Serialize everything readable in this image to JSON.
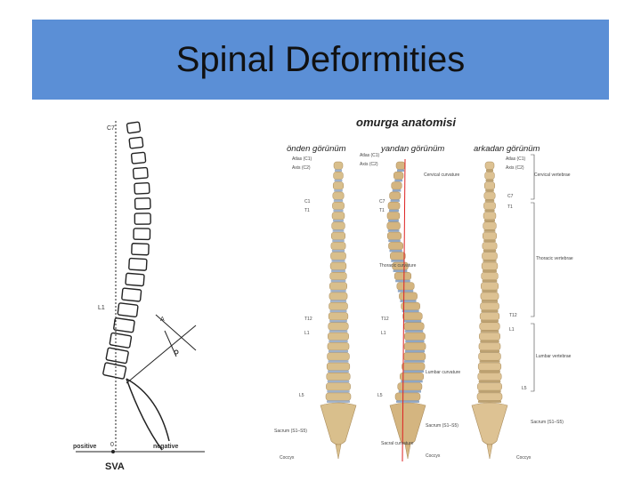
{
  "slide": {
    "title": "Spinal Deformities",
    "title_bar_color": "#5b8fd6"
  },
  "left_figure": {
    "labels": {
      "c7": "C7",
      "l1": "L1",
      "a": "A",
      "positive": "positive",
      "zero": "0",
      "negative": "negative",
      "sva": "SVA"
    }
  },
  "right_figure": {
    "heading": "omurga anatomisi",
    "views": {
      "front": "önden görünüm",
      "side": "yandan görünüm",
      "back": "arkadan görünüm"
    },
    "labels": {
      "atlas_c1": "Atlas (C1)",
      "axis_c2": "Axis (C2)",
      "c1": "C1",
      "c7": "C7",
      "t1": "T1",
      "t12": "T12",
      "l1": "L1",
      "l5": "L5",
      "cervical_curvature": "Cervical curvature",
      "thoracic_curvature": "Thoracic curvature",
      "lumbar_curvature": "Lumbar curvature",
      "sacral_curvature": "Sacral curvature",
      "sacrum": "Sacrum (S1–S5)",
      "coccyx": "Coccyx",
      "cervical_vertebrae": "Cervical vertebrae",
      "thoracic_vertebrae": "Thoracic vertebrae",
      "lumbar_vertebrae": "Lumbar vertebrae"
    }
  }
}
